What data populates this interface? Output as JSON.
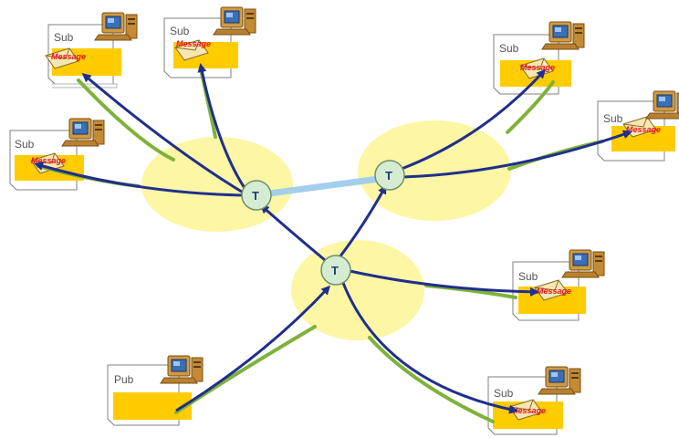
{
  "topic_label": "T",
  "message_label": "Message",
  "publisher_label": "Pub",
  "subscriber_label": "Sub",
  "colors": {
    "cloud": "#fdf6a4",
    "node_fill": "#d6ecd2",
    "node_stroke": "#6f8f6a",
    "arrow_dark": "#1f2f8c",
    "arrow_green": "#7fb23a",
    "link_light": "#a3cfec",
    "page_yellow": "#ffcc00",
    "envelope": "#f6e7b0",
    "computer": "#d09a40"
  },
  "nodes": [
    {
      "id": "node-a",
      "label": "T"
    },
    {
      "id": "node-b",
      "label": "T"
    },
    {
      "id": "node-c",
      "label": "T"
    }
  ],
  "clients": [
    {
      "id": "sub-1",
      "kind": "sub",
      "label": "Sub",
      "message": "Message"
    },
    {
      "id": "sub-2",
      "kind": "sub",
      "label": "Sub",
      "message": "Message"
    },
    {
      "id": "sub-3",
      "kind": "sub",
      "label": "Sub",
      "message": "Message"
    },
    {
      "id": "sub-4",
      "kind": "sub",
      "label": "Sub",
      "message": "Message"
    },
    {
      "id": "sub-5",
      "kind": "sub",
      "label": "Sub",
      "message": "Message"
    },
    {
      "id": "sub-6",
      "kind": "sub",
      "label": "Sub",
      "message": "Message"
    },
    {
      "id": "sub-7",
      "kind": "sub",
      "label": "Sub",
      "message": "Message"
    },
    {
      "id": "pub-1",
      "kind": "pub",
      "label": "Pub",
      "message": ""
    }
  ]
}
